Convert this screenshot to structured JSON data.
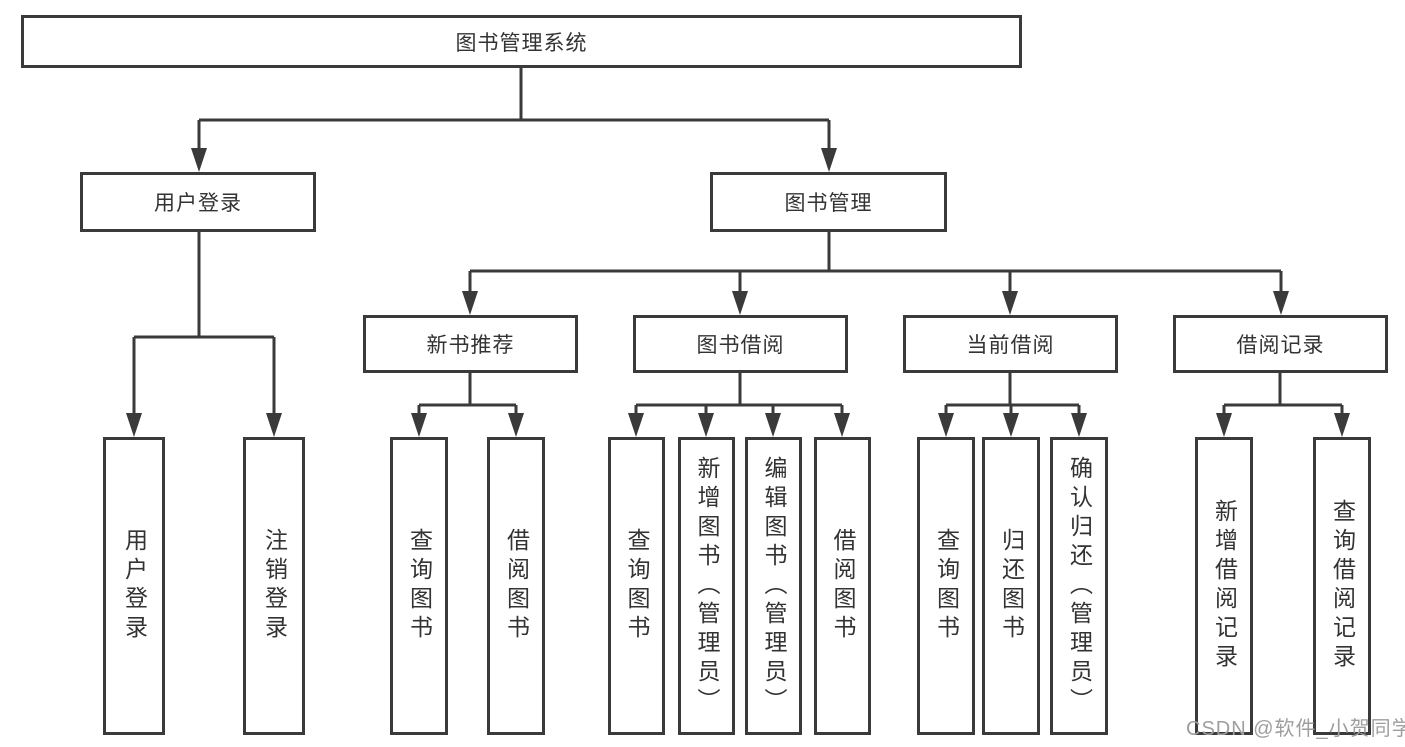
{
  "diagram": {
    "title": "图书管理系统",
    "branches": [
      {
        "label": "用户登录",
        "children": [
          "用户登录",
          "注销登录"
        ]
      },
      {
        "label": "图书管理",
        "sections": [
          {
            "label": "新书推荐",
            "children": [
              "查询图书",
              "借阅图书"
            ]
          },
          {
            "label": "图书借阅",
            "children": [
              "查询图书",
              "新增图书（管理员）",
              "编辑图书（管理员）",
              "借阅图书"
            ]
          },
          {
            "label": "当前借阅",
            "children": [
              "查询图书",
              "归还图书",
              "确认归还（管理员）"
            ]
          },
          {
            "label": "借阅记录",
            "children": [
              "新增借阅记录",
              "查询借阅记录"
            ]
          }
        ]
      }
    ]
  },
  "watermark": {
    "text": "CSDN @软件_小贺同学"
  },
  "colors": {
    "line": "#3a3a3a",
    "box_border": "#3a3a3a",
    "box_background": "#ffffff",
    "text": "#333333",
    "watermark": "#9e9e9e"
  }
}
